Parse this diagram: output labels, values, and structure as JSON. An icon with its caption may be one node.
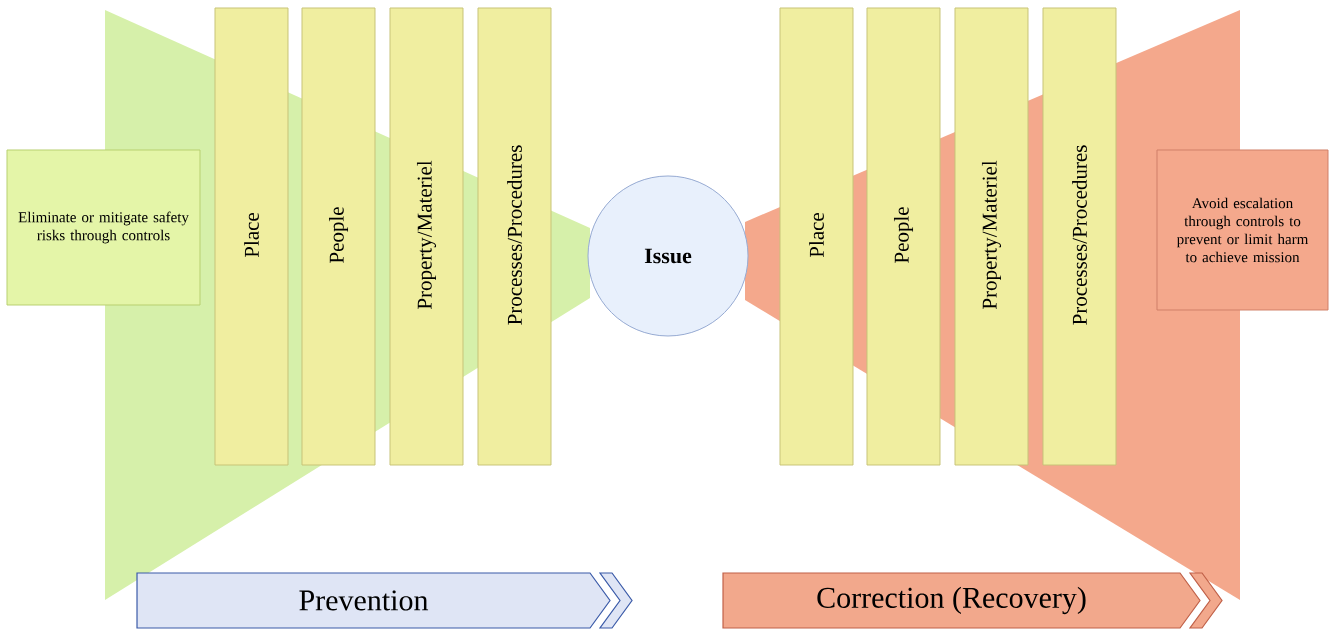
{
  "diagram": {
    "nodes": [
      {
        "text": [
          "Eliminate or mitigate safety risks through controls"
        ]
      },
      {
        "text": [
          "Place"
        ]
      },
      {
        "text": [
          "People"
        ]
      },
      {
        "text": [
          "Property/Materiel"
        ]
      },
      {
        "text": [
          "Processes/Procedures"
        ]
      },
      {
        "text": [
          "Issue"
        ]
      },
      {
        "text": [
          "Place"
        ]
      },
      {
        "text": [
          "People"
        ]
      },
      {
        "text": [
          "Property/Materiel"
        ]
      },
      {
        "text": [
          "Processes/Procedures"
        ]
      },
      {
        "text": [
          "Avoid escalation through controls to prevent or limit harm to achieve mission"
        ]
      },
      {
        "text": [
          "Prevention"
        ]
      },
      {
        "text": [
          "Correction (Recovery)"
        ]
      }
    ]
  }
}
